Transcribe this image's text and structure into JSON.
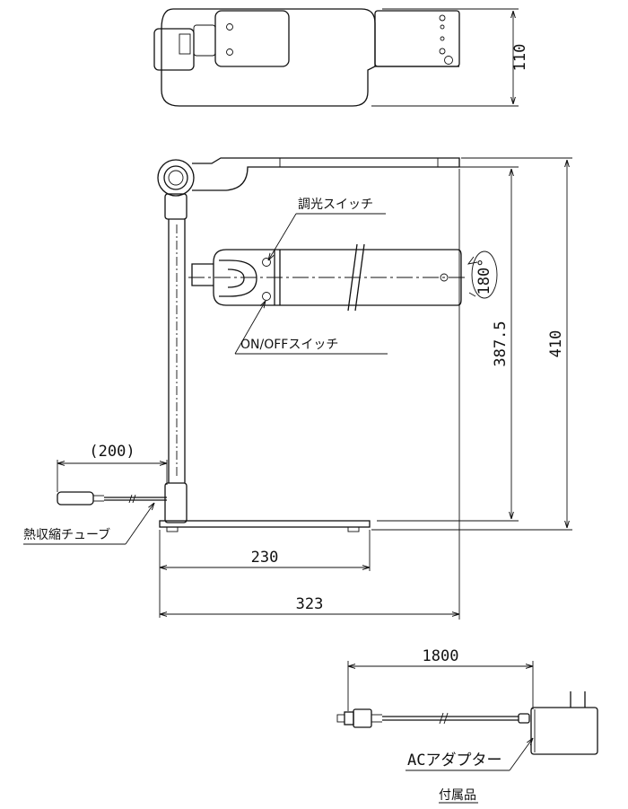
{
  "dimensions": {
    "top_height": "110",
    "cable_length": "(200)",
    "base_length": "230",
    "overall_length": "323",
    "arm_height": "387.5",
    "overall_height": "410",
    "rotation": "180°",
    "adapter_cord": "1800"
  },
  "labels": {
    "dimmer_switch": "調光スイッチ",
    "power_switch": "ON/OFFスイッチ",
    "heat_shrink_tube": "熱収縮チューブ",
    "ac_adapter": "ACアダプター",
    "accessory": "付属品"
  }
}
